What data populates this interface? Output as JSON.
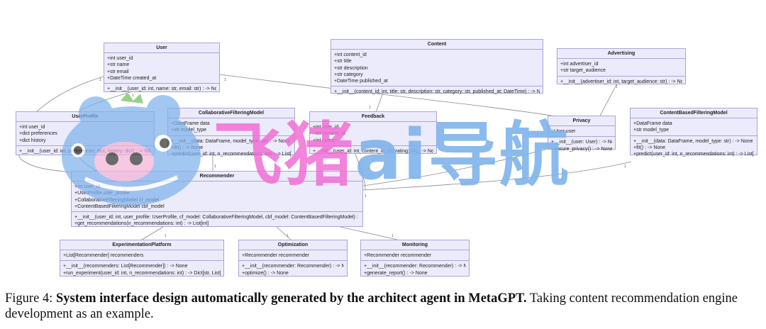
{
  "classes": {
    "user": {
      "title": "User",
      "attrs": [
        "+int user_id",
        "+str name",
        "+str email",
        "+DateTime created_at"
      ],
      "methods": [
        "+__init__(user_id: int, name: str, email: str) : -> None"
      ]
    },
    "content": {
      "title": "Content",
      "attrs": [
        "+int content_id",
        "+str title",
        "+str description",
        "+str category",
        "+DateTime published_at"
      ],
      "methods": [
        "+__init__(content_id: int, title: str, description: str, category: str, published_at: DateTime) : -> None"
      ]
    },
    "advertising": {
      "title": "Advertising",
      "attrs": [
        "+int advertiser_id",
        "+str target_audience"
      ],
      "methods": [
        "+__init__(advertiser_id: int, target_audience: str) : -> None"
      ]
    },
    "userprofile": {
      "title": "UserProfile",
      "attrs": [
        "+int user_id",
        "+dict preferences",
        "+dict history"
      ],
      "methods": [
        "+__init__(user_id: int, preferences: dict, history: dict) : -> None"
      ]
    },
    "collab": {
      "title": "CollaborativeFilteringModel",
      "attrs": [
        "+DataFrame data",
        "+str model_type"
      ],
      "methods": [
        "+__init__(data: DataFrame, model_type: str) : -> None",
        "+fit() : -> None",
        "+predict(user_id: int, n_recommendations: int) : -> List[int]"
      ]
    },
    "feedback": {
      "title": "Feedback",
      "attrs": [
        "+int user_id",
        "+int content_id",
        "+int rating"
      ],
      "methods": [
        "+__init__(user_id: int, content_id: int, rating: int) : -> None"
      ]
    },
    "privacy": {
      "title": "Privacy",
      "attrs": [
        "+User user"
      ],
      "methods": [
        "+__init__(user: User) : -> None",
        "+ensure_privacy() : -> None"
      ]
    },
    "contentbased": {
      "title": "ContentBasedFilteringModel",
      "attrs": [
        "+DataFrame data",
        "+str model_type"
      ],
      "methods": [
        "+__init__(data: DataFrame, model_type: str) : -> None",
        "+fit() : -> None",
        "+predict(user_id: int, n_recommendations: int) : -> List[int]"
      ]
    },
    "recommender": {
      "title": "Recommender",
      "attrs": [
        "+int user_id",
        "+UserProfile user_profile",
        "+CollaborativeFilteringModel cf_model",
        "+ContentBasedFilteringModel cbf_model"
      ],
      "methods": [
        "+__init__(user_id: int, user_profile: UserProfile, cf_model: CollaborativeFilteringModel, cbf_model: ContentBasedFilteringModel) : -> None",
        "+get_recommendations(n_recommendations: int) : -> List[int]"
      ]
    },
    "experiment": {
      "title": "ExperimentationPlatform",
      "attrs": [
        "+List[Recommender] recommenders"
      ],
      "methods": [
        "+__init__(recommenders: List[Recommender]) : -> None",
        "+run_experiment(user_id: int, n_recommendations: int) : -> Dict[str, List[int]]"
      ]
    },
    "optimization": {
      "title": "Optimization",
      "attrs": [
        "+Recommender recommender"
      ],
      "methods": [
        "+__init__(recommender: Recommender) : -> None",
        "+optimize() : -> None"
      ]
    },
    "monitoring": {
      "title": "Monitoring",
      "attrs": [
        "+Recommender recommender"
      ],
      "methods": [
        "+__init__(recommender: Recommender) : -> None",
        "+generate_report() : -> None"
      ]
    }
  },
  "multiplicity": "1",
  "watermark": {
    "text": "飞猪ai导航",
    "pink": "#f06fd6",
    "blue": "#7fb3ec"
  },
  "caption": {
    "label": "Figure 4: ",
    "bold": "System interface design automatically generated by the architect agent in MetaGPT.",
    "rest": " Taking content recommendation engine development as an example."
  },
  "colors": {
    "box_fill": "#ecebfb",
    "box_border": "#a9a4d8",
    "edge": "#777777"
  }
}
